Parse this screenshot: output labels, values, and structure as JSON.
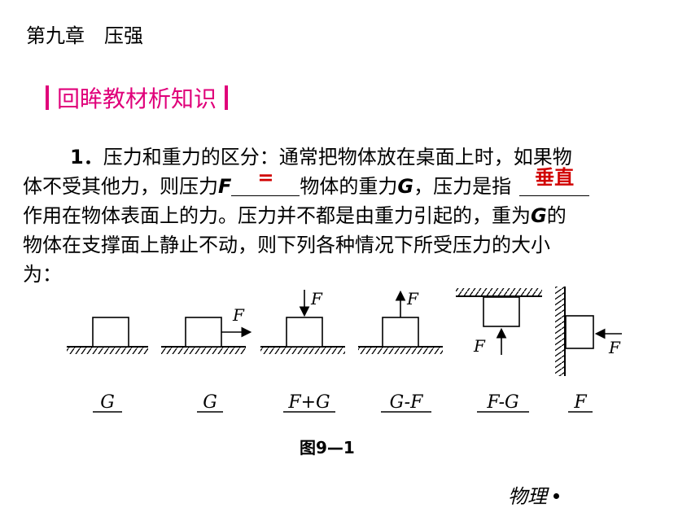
{
  "chapter": "第九章　压强",
  "section_title": "回眸教材析知识",
  "paragraph": {
    "num": "1．",
    "l1": "压力和重力的区分：通常把物体放在桌面上时，如果物",
    "l2a": "体不受其他力，则压力",
    "F": "F",
    "answer1": "=",
    "l2b": "物体的重力",
    "G": "G",
    "l2c": "，压力是指",
    "answer2": "垂直",
    "l3": "作用在物体表面上的力。压力并不都是由重力引起的，重为",
    "l3g": "G",
    "l3b": "的",
    "l4": "物体在支撑面上静止不动，则下列各种情况下所受压力的大小",
    "l5": "为："
  },
  "figure": {
    "force_label": "F",
    "answers": [
      "G",
      "G",
      "F+G",
      "G-F",
      "F-G",
      "F"
    ]
  },
  "caption": "图9—1",
  "footer": "物理"
}
